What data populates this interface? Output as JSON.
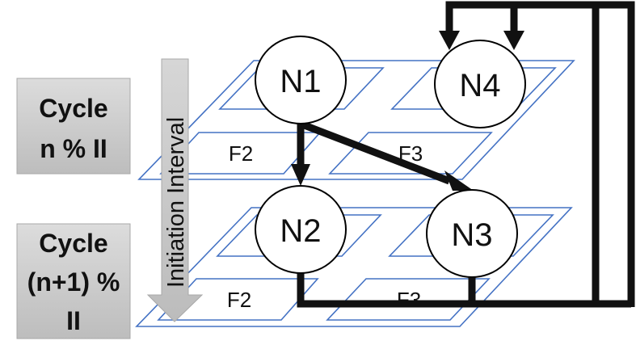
{
  "cycle_labels": {
    "top": [
      "Cycle",
      "n % II"
    ],
    "bottom": [
      "Cycle",
      "(n+1) %",
      "II"
    ]
  },
  "initiation_interval_label": "Initiation Interval",
  "nodes": {
    "n1": "N1",
    "n2": "N2",
    "n3": "N3",
    "n4": "N4"
  },
  "fus": {
    "top_f2": "F2",
    "top_f3": "F3",
    "bottom_f2": "F2",
    "bottom_f3": "F3"
  },
  "colors": {
    "plane": "#4472c4",
    "edge": "#111111",
    "box": "#c8c8c8"
  }
}
